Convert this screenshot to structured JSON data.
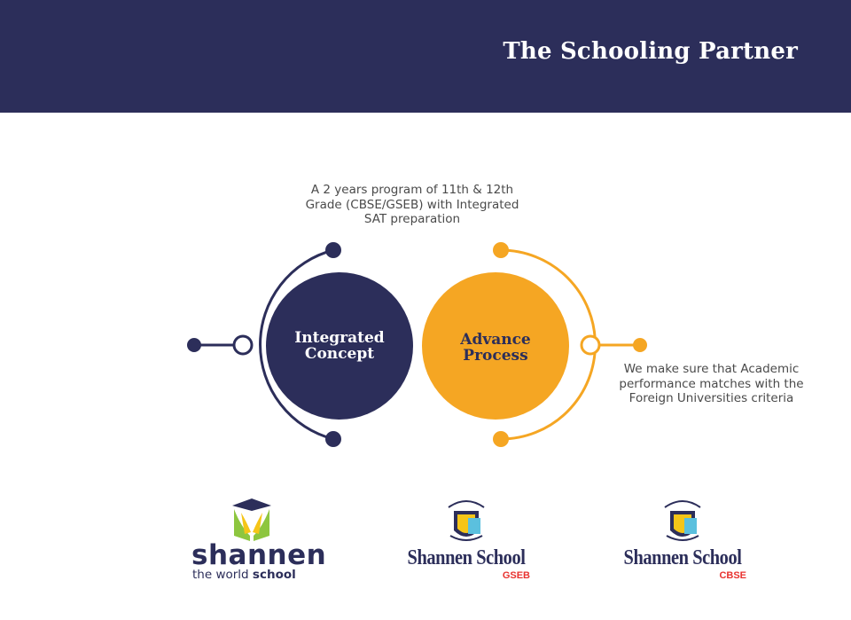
{
  "header": {
    "title": "The Schooling Partner"
  },
  "diagram": {
    "circles": [
      {
        "label_line1": "Integrated",
        "label_line2": "Concept",
        "fill": "#2c2e5a",
        "text_color": "#ffffff"
      },
      {
        "label_line1": "Advance",
        "label_line2": "Process",
        "fill": "#f5a623",
        "text_color": "#2c2e5a"
      }
    ],
    "captions": {
      "top": "A 2 years program of 11th & 12th Grade (CBSE/GSEB) with Integrated SAT preparation",
      "right": "We make sure that Academic performance matches with the Foreign Universities criteria"
    }
  },
  "logos": {
    "shannen": {
      "word": "shannen",
      "tagline_a": "the world",
      "tagline_b": "school"
    },
    "gseb": {
      "name": "Shannen School",
      "board": "GSEB"
    },
    "cbse": {
      "name": "Shannen School",
      "board": "CBSE"
    }
  },
  "colors": {
    "navy": "#2c2e5a",
    "orange": "#f5a623",
    "red": "#e8322f",
    "green": "#8dc63f"
  }
}
